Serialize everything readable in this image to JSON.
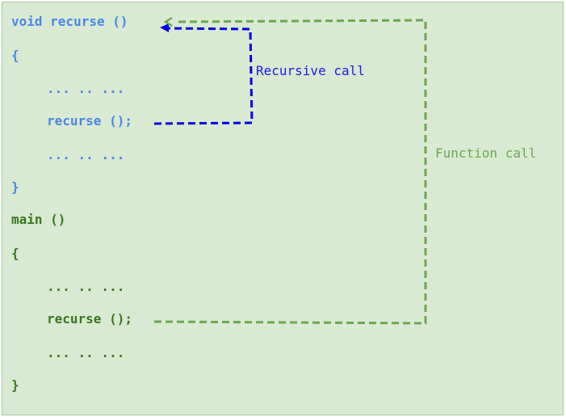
{
  "recurse_function": {
    "signature": "void recurse ()",
    "open_brace": "{",
    "line_dots_1": "... .. ...",
    "recursive_call": "recurse ();",
    "line_dots_2": "... .. ...",
    "close_brace": "}"
  },
  "main_function": {
    "signature": "main ()",
    "open_brace": "{",
    "line_dots_1": "... .. ...",
    "function_call": "recurse ();",
    "line_dots_2": "... .. ...",
    "close_brace": "}"
  },
  "labels": {
    "recursive_call": "Recursive call",
    "function_call": "Function call"
  },
  "colors": {
    "recurse_code": "#4a86e8",
    "main_code": "#38761d",
    "recursive_arrow": "#0000e6",
    "function_arrow": "#6aa84f",
    "background": "#d9ead3"
  }
}
